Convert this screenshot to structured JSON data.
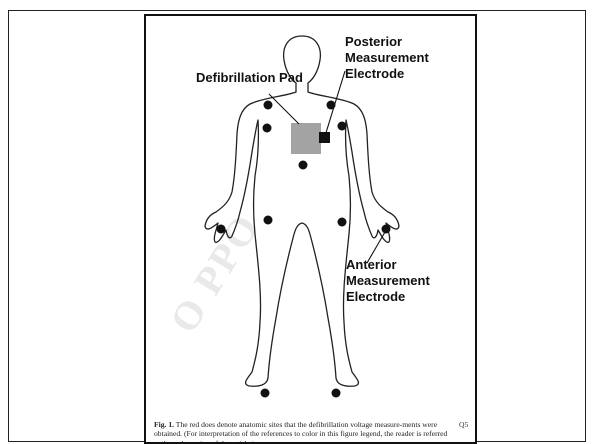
{
  "figure": {
    "labels": {
      "defib_pad": "Defibrillation Pad",
      "posterior": [
        "Posterior",
        "Measurement",
        "Electrode"
      ],
      "anterior": [
        "Anterior",
        "Measurement",
        "Electrode"
      ]
    },
    "watermark": "O PPO",
    "caption": {
      "label": "Fig. 1.",
      "text": " The red does denote anatomic sites that the defibrillation voltage measure-ments were obtained. (For interpretation of the references to color in this figure legend, the reader is referred to the web version of the article.)",
      "query_mark": "Q5"
    }
  }
}
